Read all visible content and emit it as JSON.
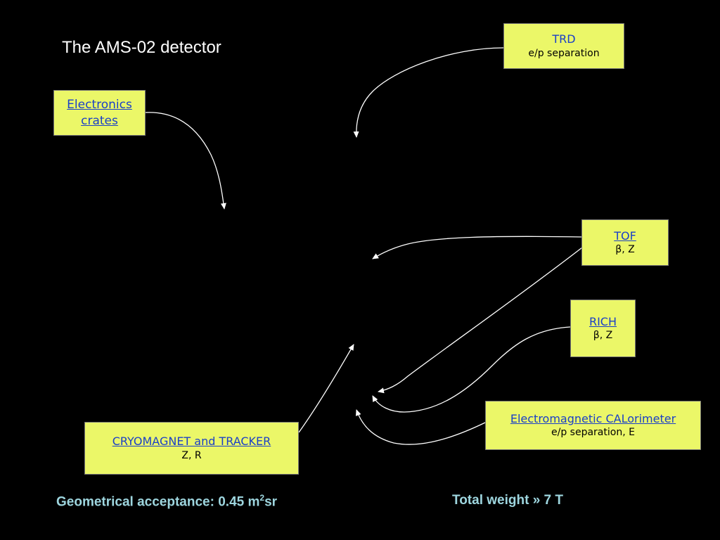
{
  "title": "The AMS-02 detector",
  "colors": {
    "background": "#000000",
    "box_fill": "#ebf768",
    "link_text": "#1a3fc8",
    "footer_text": "#9ed6df",
    "arrow": "#ffffff"
  },
  "boxes": {
    "electronics": {
      "line1": "Electronics",
      "line2": "crates"
    },
    "trd": {
      "label": "TRD",
      "sub": "e/p separation"
    },
    "tof": {
      "label": "TOF",
      "sub": "β, Z"
    },
    "rich": {
      "label": "RICH",
      "sub": "β, Z"
    },
    "ecal": {
      "label": "Electromagnetic CALorimeter",
      "sub": "e/p separation, E"
    },
    "cryo": {
      "label": "CRYOMAGNET and TRACKER",
      "sub": "Z, R"
    }
  },
  "footer": {
    "acceptance_label": "Geometrical acceptance:  0.45 m",
    "acceptance_sup": "2",
    "acceptance_unit": "sr",
    "weight": "Total weight  » 7 T"
  }
}
